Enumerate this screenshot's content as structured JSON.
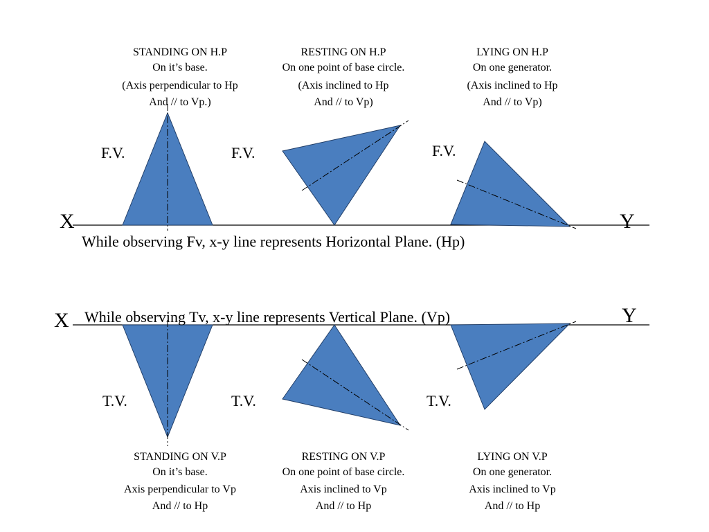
{
  "colors": {
    "fill": "#4a7ebf",
    "stroke": "#23406a",
    "line": "#000000"
  },
  "top_captions": [
    {
      "title": "STANDING ON H.P",
      "line2": "On it’s base.",
      "line3": "(Axis perpendicular to Hp",
      "line4": "And // to Vp.)"
    },
    {
      "title": "RESTING ON H.P",
      "line2": "On one point of base circle.",
      "line3": "(Axis inclined to Hp",
      "line4": "And // to Vp)"
    },
    {
      "title": "LYING ON H.P",
      "line2": "On one generator.",
      "line3": "(Axis inclined to Hp",
      "line4": "And // to Vp)"
    }
  ],
  "bottom_captions": [
    {
      "title": "STANDING ON V.P",
      "line2": "On it’s base.",
      "line3": "Axis perpendicular to Vp",
      "line4": "And // to Hp"
    },
    {
      "title": "RESTING ON V.P",
      "line2": "On one point of base circle.",
      "line3": "Axis inclined to Vp",
      "line4": "And // to Hp"
    },
    {
      "title": "LYING ON V.P",
      "line2": "On one generator.",
      "line3": "Axis inclined to Vp",
      "line4": "And // to Hp"
    }
  ],
  "fv_label": "F.V.",
  "tv_label": "T.V.",
  "x_label": "X",
  "y_label": "Y",
  "hp_note": "While observing Fv, x-y line represents Horizontal Plane. (Hp)",
  "vp_note": "While observing Tv, x-y line represents Vertical Plane. (Vp)"
}
